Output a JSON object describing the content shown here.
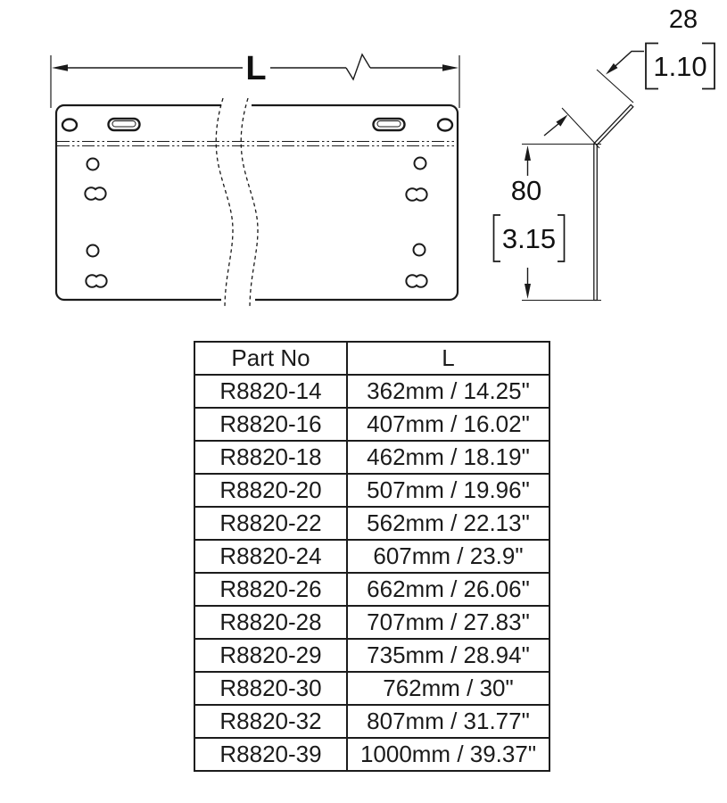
{
  "front_view": {
    "length_dim_label": "L"
  },
  "side_view": {
    "flange_mm": "28",
    "flange_inch": "1.10",
    "height_mm": "80",
    "height_inch": "3.15"
  },
  "table": {
    "headers": [
      "Part No",
      "L"
    ],
    "rows": [
      {
        "part": "R8820-14",
        "length": "362mm / 14.25\""
      },
      {
        "part": "R8820-16",
        "length": "407mm / 16.02\""
      },
      {
        "part": "R8820-18",
        "length": "462mm / 18.19\""
      },
      {
        "part": "R8820-20",
        "length": "507mm / 19.96\""
      },
      {
        "part": "R8820-22",
        "length": "562mm / 22.13\""
      },
      {
        "part": "R8820-24",
        "length": "607mm / 23.9\""
      },
      {
        "part": "R8820-26",
        "length": "662mm / 26.06\""
      },
      {
        "part": "R8820-28",
        "length": "707mm / 27.83\""
      },
      {
        "part": "R8820-29",
        "length": "735mm / 28.94\""
      },
      {
        "part": "R8820-30",
        "length": "762mm / 30\""
      },
      {
        "part": "R8820-32",
        "length": "807mm / 31.77\""
      },
      {
        "part": "R8820-39",
        "length": "1000mm / 39.37\""
      }
    ]
  },
  "colors": {
    "line": "#1a1a1a",
    "background": "#ffffff"
  }
}
